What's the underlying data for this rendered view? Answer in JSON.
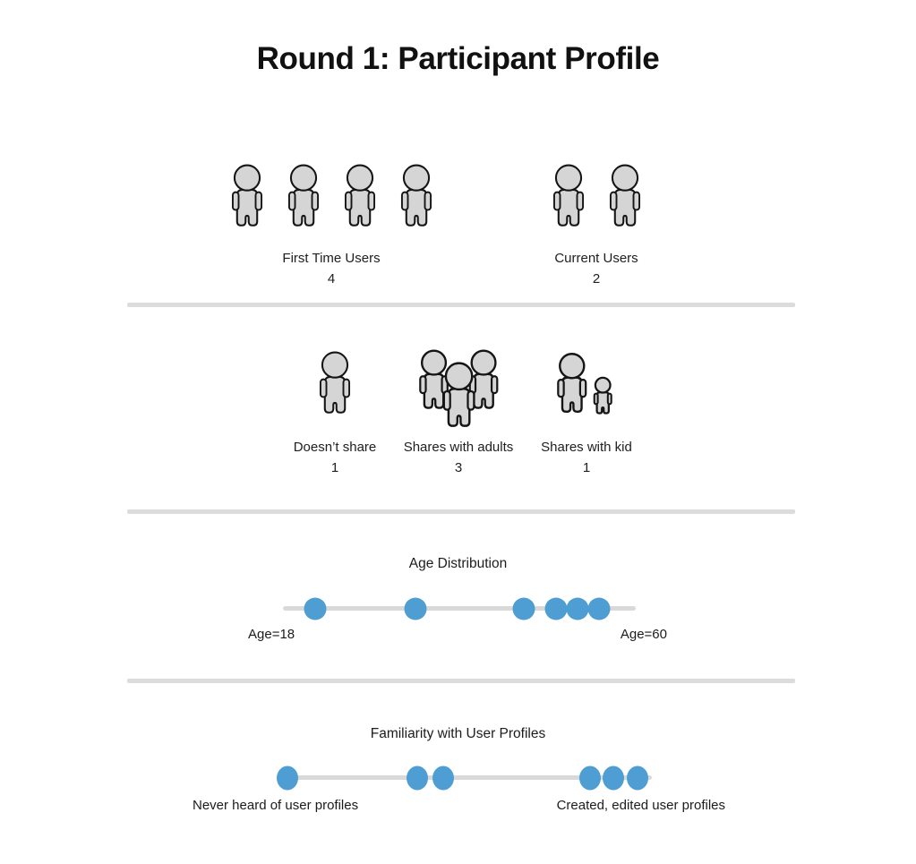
{
  "title": "Round 1: Participant Profile",
  "colors": {
    "accent_blue": "#4e9ed3",
    "track_gray": "#d9d9d9",
    "divider_gray": "#dcdcdc",
    "icon_fill": "#d5d5d5",
    "icon_stroke": "#151515"
  },
  "chart_data": [
    {
      "type": "pictogram",
      "row": 1,
      "items": [
        {
          "label": "First Time Users",
          "count": 4,
          "icon": "person"
        },
        {
          "label": "Current Users",
          "count": 2,
          "icon": "person"
        }
      ]
    },
    {
      "type": "pictogram",
      "row": 2,
      "items": [
        {
          "label": "Doesn’t share",
          "count": 1,
          "icon": "person"
        },
        {
          "label": "Shares with adults",
          "count": 3,
          "icon": "person-group"
        },
        {
          "label": "Shares with kid",
          "count": 1,
          "icon": "adult-with-kid"
        }
      ]
    },
    {
      "type": "dot-line",
      "title": "Age Distribution",
      "left_label": "Age=18",
      "right_label": "Age=60",
      "axis_min": 18,
      "axis_max": 60,
      "points_percent": [
        9.1,
        37.6,
        68.3,
        77.4,
        83.5,
        89.6
      ],
      "approx_values": [
        22,
        34,
        47,
        51,
        53,
        56
      ],
      "dot_shape": "round"
    },
    {
      "type": "dot-line",
      "title": "Familiarity with User Profiles",
      "left_label": "Never heard of user profiles",
      "right_label": "Created, edited user profiles",
      "points_percent": [
        2.6,
        37.3,
        44.3,
        83.5,
        89.7,
        96.2
      ],
      "dot_shape": "oval"
    }
  ]
}
